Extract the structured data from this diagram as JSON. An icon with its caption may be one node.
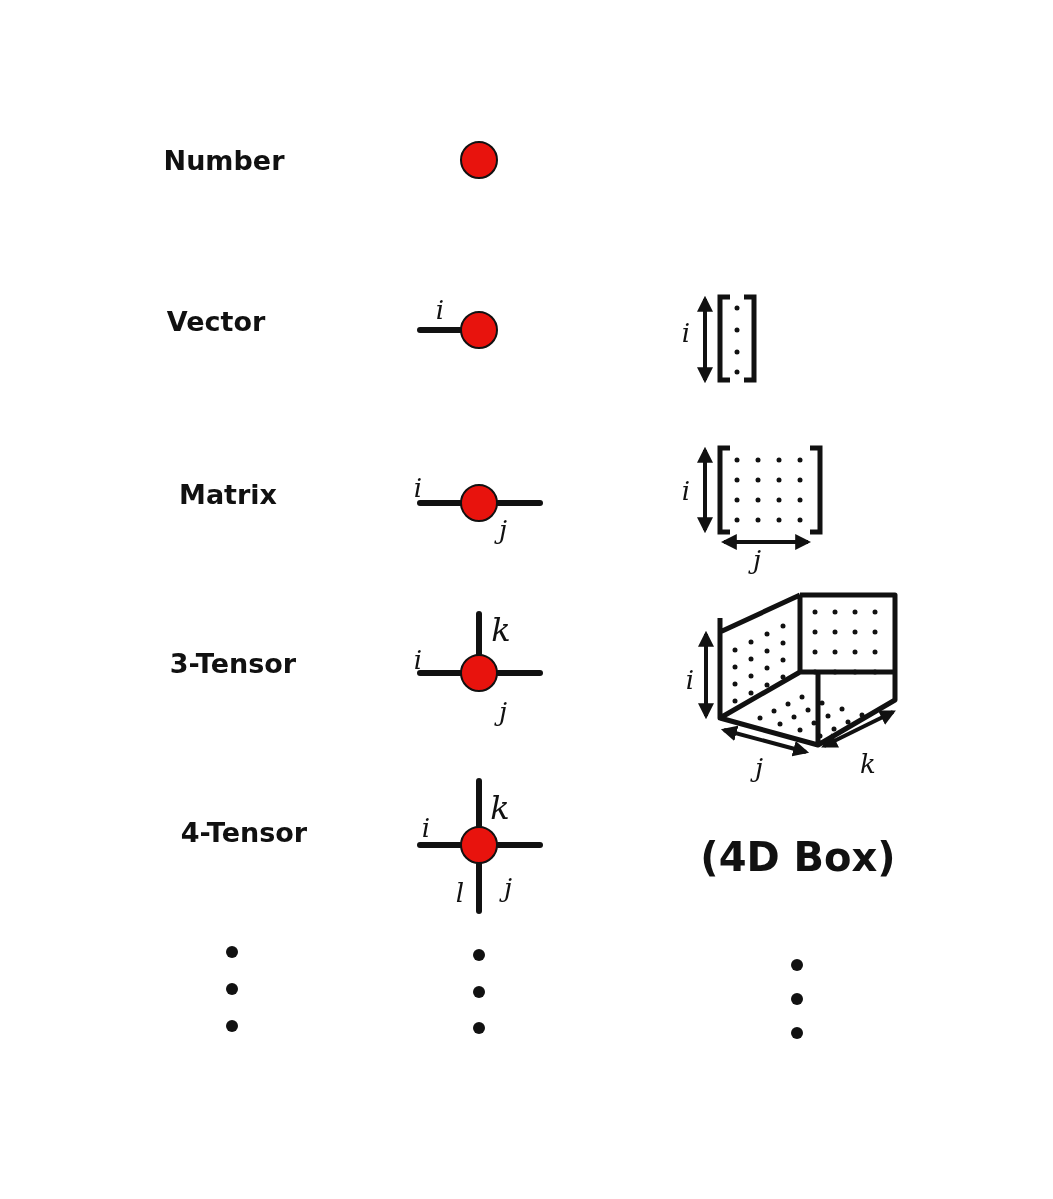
{
  "diagram": {
    "nodes": [
      {
        "text": [],
        "shape": "circle"
      },
      {
        "text": [],
        "shape": "circle"
      },
      {
        "text": [],
        "shape": "circle"
      },
      {
        "text": [],
        "shape": "circle"
      },
      {
        "text": [],
        "shape": "circle"
      }
    ],
    "edges": [
      {
        "from": 1,
        "to": null,
        "arrow": "none",
        "label": "i"
      },
      {
        "from": 2,
        "to": null,
        "arrow": "none",
        "label": "i"
      },
      {
        "from": 2,
        "to": null,
        "arrow": "none",
        "label": "j"
      },
      {
        "from": 3,
        "to": null,
        "arrow": "none",
        "label": "i"
      },
      {
        "from": 3,
        "to": null,
        "arrow": "none",
        "label": "j"
      },
      {
        "from": 3,
        "to": null,
        "arrow": "none",
        "label": "k"
      },
      {
        "from": 4,
        "to": null,
        "arrow": "none",
        "label": "i"
      },
      {
        "from": 4,
        "to": null,
        "arrow": "none",
        "label": "k"
      },
      {
        "from": 4,
        "to": null,
        "arrow": "none",
        "label": "j"
      },
      {
        "from": 4,
        "to": null,
        "arrow": "none",
        "label": "l"
      }
    ],
    "labels": [
      "Number",
      "Vector",
      "i",
      "Matrix",
      "i",
      "j",
      "3-Tensor",
      "i",
      "j",
      "k",
      "4-Tensor",
      "(4D Box)"
    ]
  }
}
